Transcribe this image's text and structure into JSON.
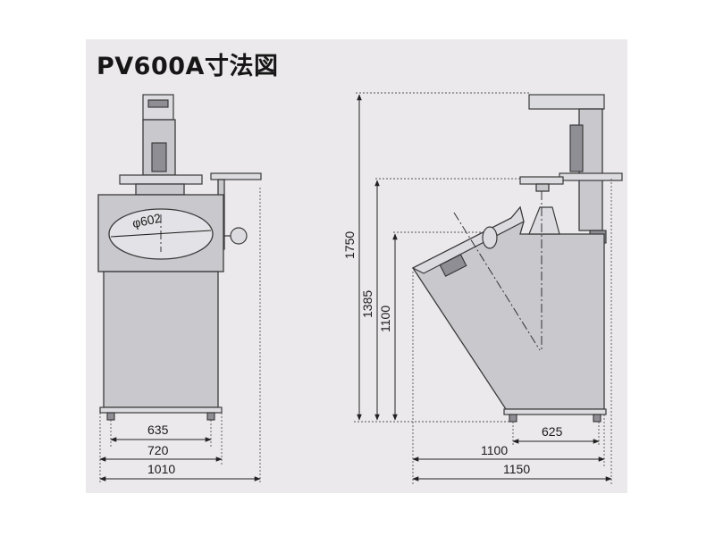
{
  "title": "PV600A寸法図",
  "front_view": {
    "diameter_label": "φ602",
    "dims": [
      "635",
      "720",
      "1010"
    ]
  },
  "side_view": {
    "heights": [
      "1750",
      "1385",
      "1100"
    ],
    "widths": [
      "625",
      "1100",
      "1150"
    ]
  }
}
